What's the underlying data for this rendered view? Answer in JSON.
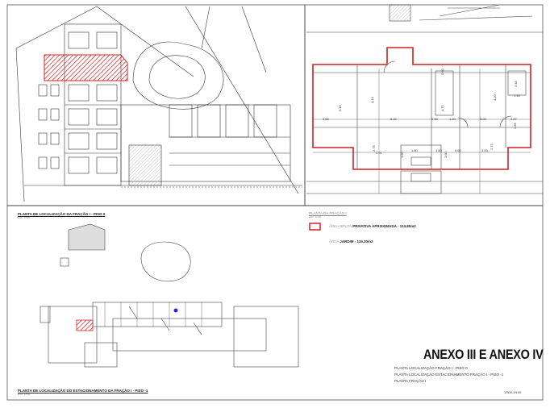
{
  "site_plan_floor0": {
    "title": "PLANTA DE LOCALIZAÇÃO DA FRAÇÃO I - PISO 0",
    "scale": "ESC. 1/500"
  },
  "unit_plan": {
    "title": "PLANTA DA FRAÇÃO I",
    "scale": "ESC. 1/100",
    "legend_area_prefix": "ÁREA BRUTA ",
    "legend_area_bold": "PRIVATIVA",
    "legend_area_suffix": " APROXIMADA - 114.80m2",
    "garden_prefix": "ÁREA ",
    "garden_bold": "JARDIM - 115.30m2",
    "outline_color": "#d42020",
    "dimensions": [
      "2.60",
      "5.15",
      "4.14",
      "5.32",
      "0.90",
      "1.20",
      "3.03",
      "3.57",
      "4.20",
      "2.45",
      "1.40",
      "2.85",
      "2.75",
      "2.91",
      "1.80",
      "1.80",
      "0.60",
      "3.03",
      "2.75",
      "1.60",
      "1.60",
      "4.75",
      "0.60"
    ]
  },
  "parking_plan": {
    "title": "PLANTA DE LOCALIZAÇÃO DO ESTACIONAMENTO DA FRAÇÃO I - PISO -1",
    "scale": "ESC. 1/500"
  },
  "annex": {
    "title": "ANEXO III E ANEXO IV",
    "items": [
      "PLANTA LOCALIZAÇÃO FRAÇÃO I - PISO 0",
      "PLANTA LOCALIZAÇÃO ESTACIONAMENTO FRAÇÃO I - PISO -1",
      "PLANTA FRAÇÃO I"
    ],
    "scales": "1/500-1/100"
  },
  "colors": {
    "highlight": "#d42020",
    "parking_marker": "#2a2ad0",
    "line": "#333333"
  }
}
